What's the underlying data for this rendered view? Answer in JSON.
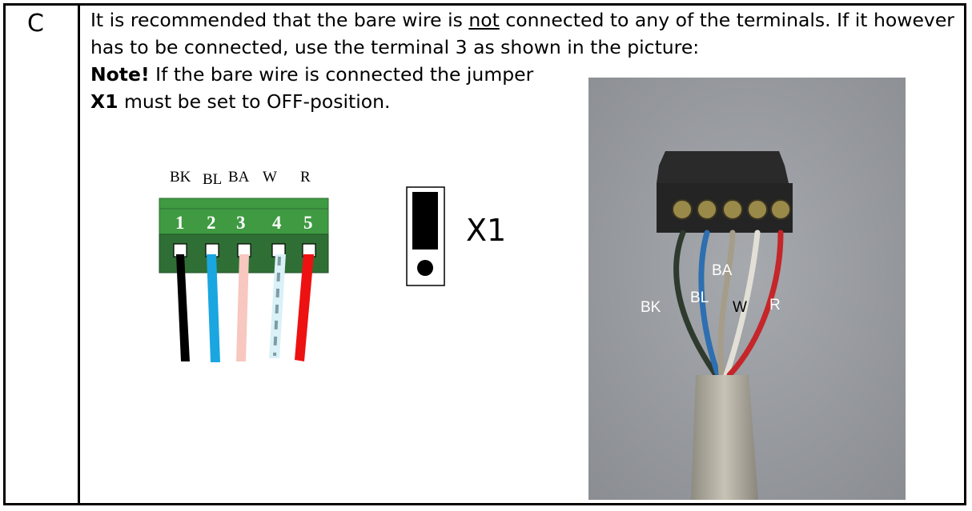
{
  "step": {
    "letter": "C"
  },
  "text": {
    "para_part1": "It is recommended that the bare wire is ",
    "para_underlined": "not",
    "para_part2": " connected to any of the terminals. If it however has to be connected, use the terminal 3 as shown in the picture:",
    "note_label": "Note!",
    "note_part1": " If the bare wire is connected the jumper ",
    "note_jumper": "X1",
    "note_part2": " must be set to OFF-position."
  },
  "diagram": {
    "wire_labels": [
      "BK",
      "BL",
      "BA",
      "W",
      "R"
    ],
    "terminal_numbers": [
      "1",
      "2",
      "3",
      "4",
      "5"
    ],
    "jumper_label": "X1"
  },
  "photo": {
    "labels": {
      "bk": "BK",
      "bl": "BL",
      "ba": "BA",
      "w": "W",
      "r": "R"
    }
  },
  "colors": {
    "terminal_green": "#3f9a42",
    "terminal_dark_green": "#2f6f35",
    "wire_black": "#000000",
    "wire_blue": "#1aa6e0",
    "wire_bare": "#f7c7c0",
    "wire_white": "#d9f1f7",
    "wire_red": "#ee1111"
  }
}
